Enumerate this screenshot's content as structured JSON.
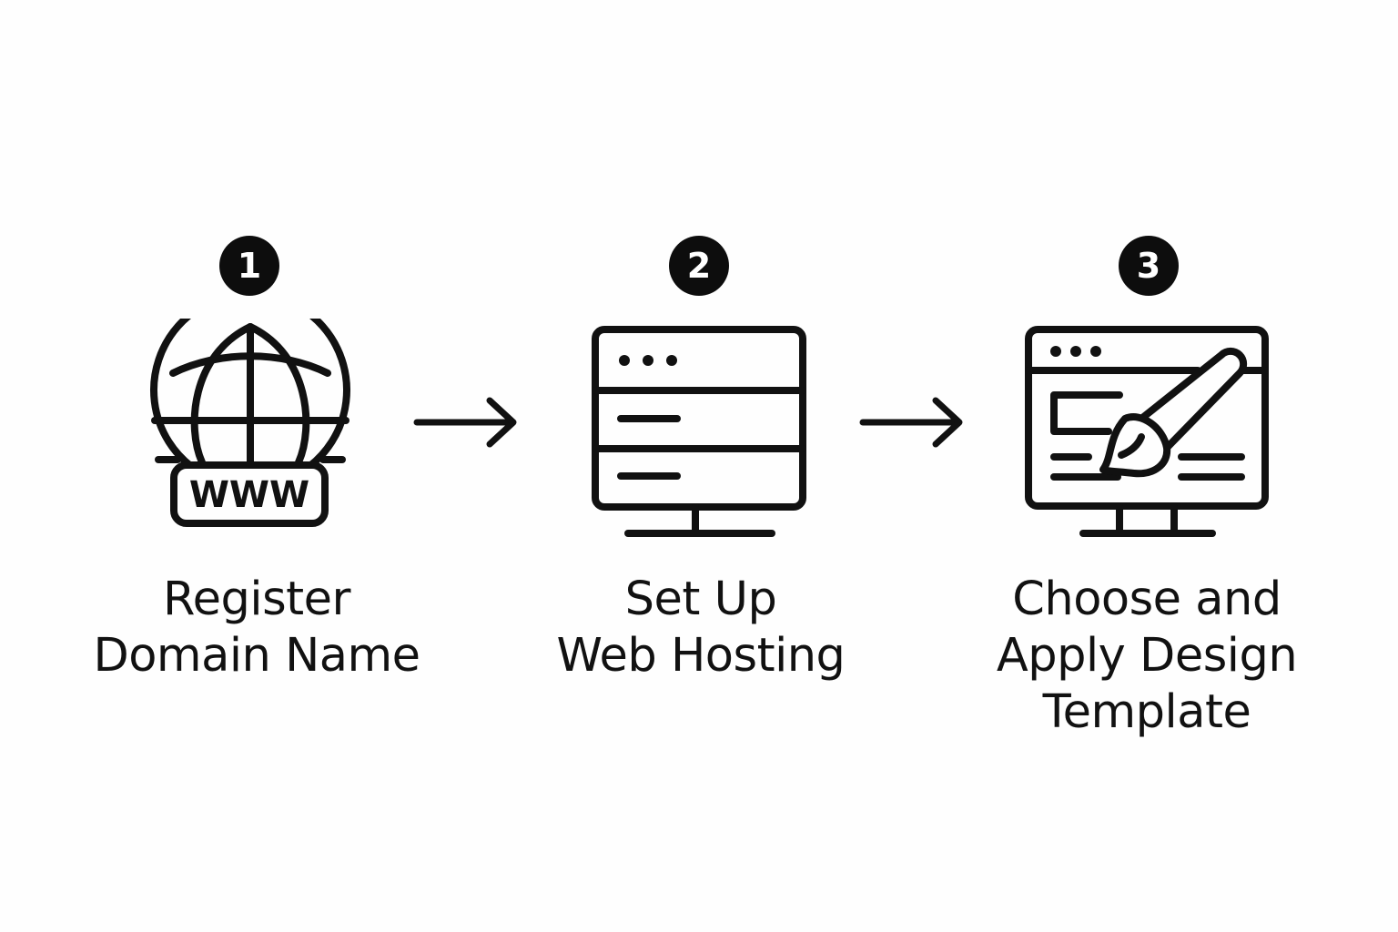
{
  "steps": [
    {
      "number": "1",
      "icon": "globe-www-icon",
      "label_lines": [
        "Register",
        "Domain Name"
      ]
    },
    {
      "number": "2",
      "icon": "server-monitor-icon",
      "label_lines": [
        "Set Up",
        "Web Hosting"
      ]
    },
    {
      "number": "3",
      "icon": "design-template-brush-icon",
      "label_lines": [
        "Choose and",
        "Apply Design",
        "Template"
      ]
    }
  ],
  "globe_badge_text": "WWW",
  "colors": {
    "ink": "#111111",
    "badge": "#0d0d0d",
    "background": "#fefefe"
  }
}
